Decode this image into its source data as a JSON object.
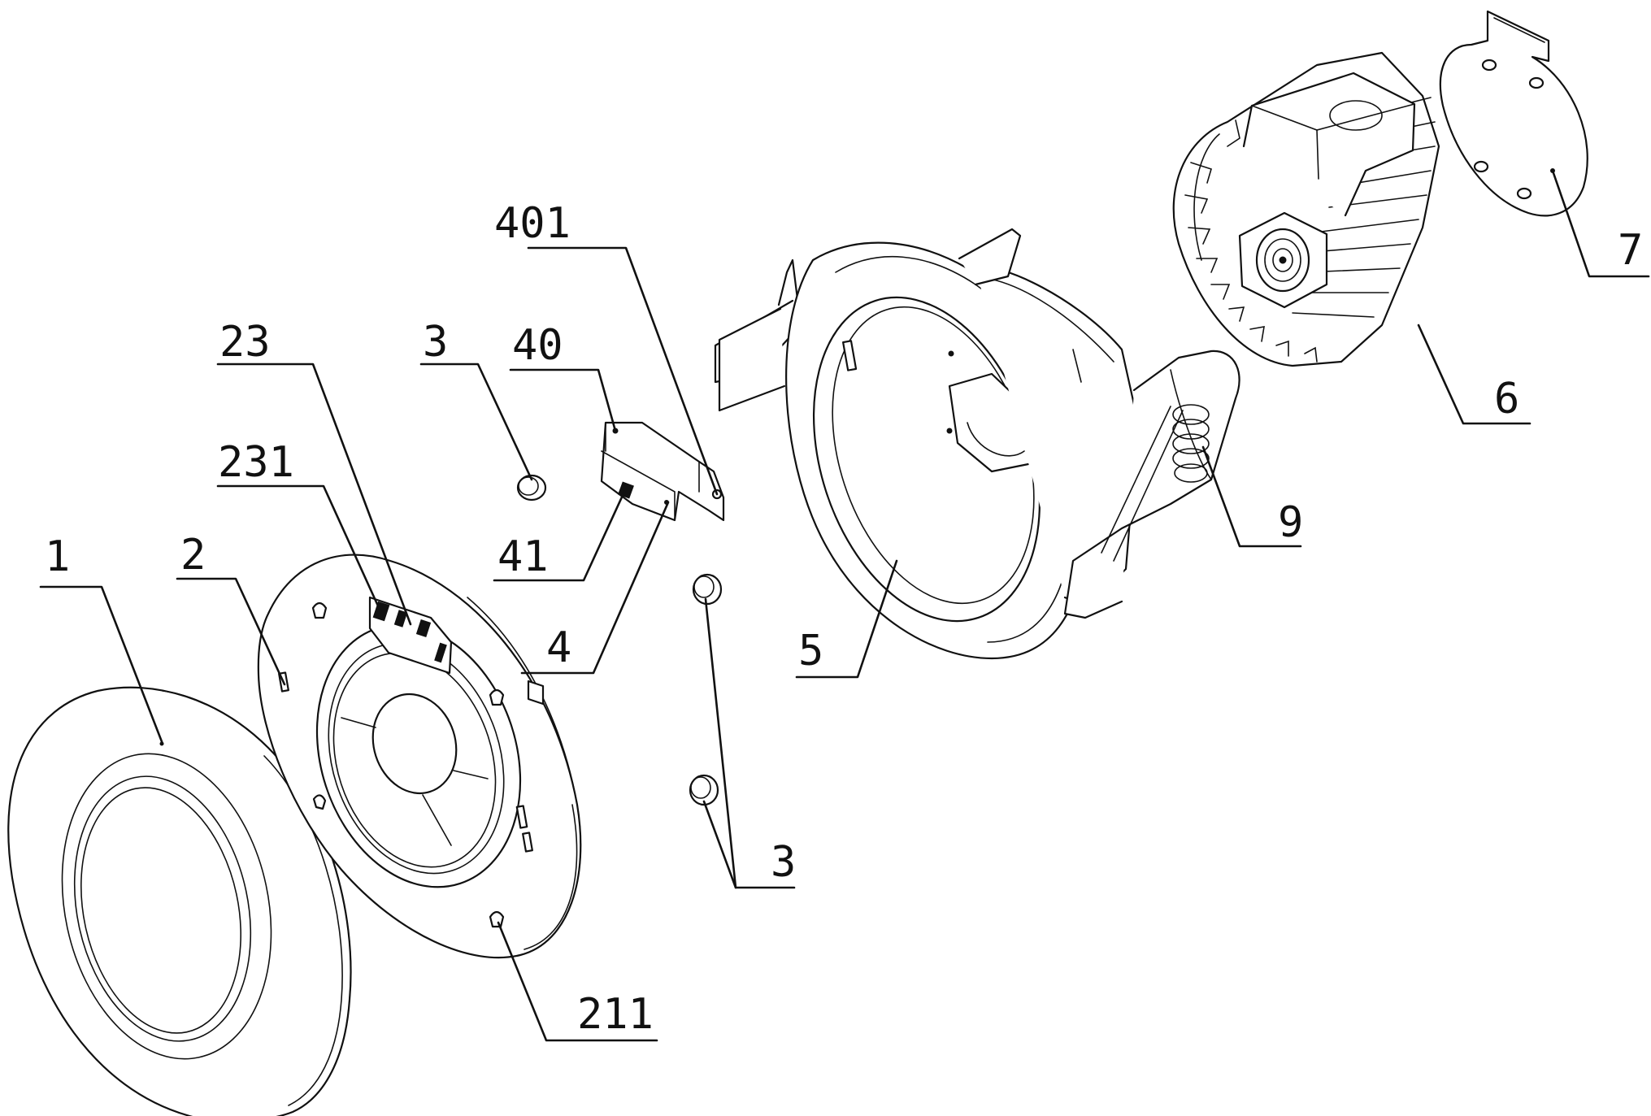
{
  "labels": {
    "l1": "1",
    "l2": "2",
    "l211": "211",
    "l23": "23",
    "l231": "231",
    "l3a": "3",
    "l3b": "3",
    "l4": "4",
    "l40": "40",
    "l401": "401",
    "l41": "41",
    "l5": "5",
    "l6": "6",
    "l7": "7",
    "l9": "9"
  }
}
